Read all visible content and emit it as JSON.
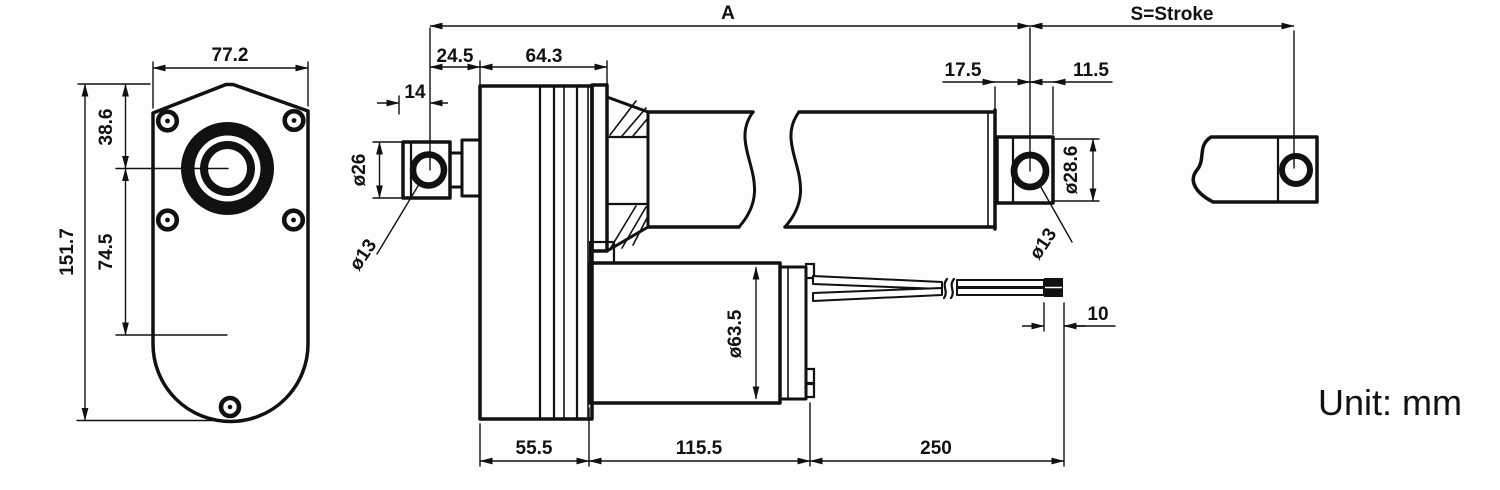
{
  "note": {
    "unit_label": "Unit: mm"
  },
  "colors": {
    "ink": "#111111",
    "background": "#fdfdfd"
  },
  "front_view": {
    "width": "77.2",
    "center_from_top": "38.6",
    "center_to_base": "74.5",
    "height": "151.7"
  },
  "side_view": {
    "retracted_length": "A",
    "stroke": "S=Stroke",
    "rear_pivot_to_gearbox": "24.5",
    "gearbox_length": "64.3",
    "rear_clevis_depth": "14",
    "rear_clevis_od": "ø26",
    "rear_pin_hole": "ø13",
    "front_pivot_to_tube": "17.5",
    "front_clevis_depth": "11.5",
    "front_clevis_od": "ø28.6",
    "front_pin_hole": "ø13",
    "motor_diameter": "ø63.5",
    "gearbox_width": "55.5",
    "motor_length": "115.5",
    "cable_length": "250",
    "cable_tip": "10"
  }
}
